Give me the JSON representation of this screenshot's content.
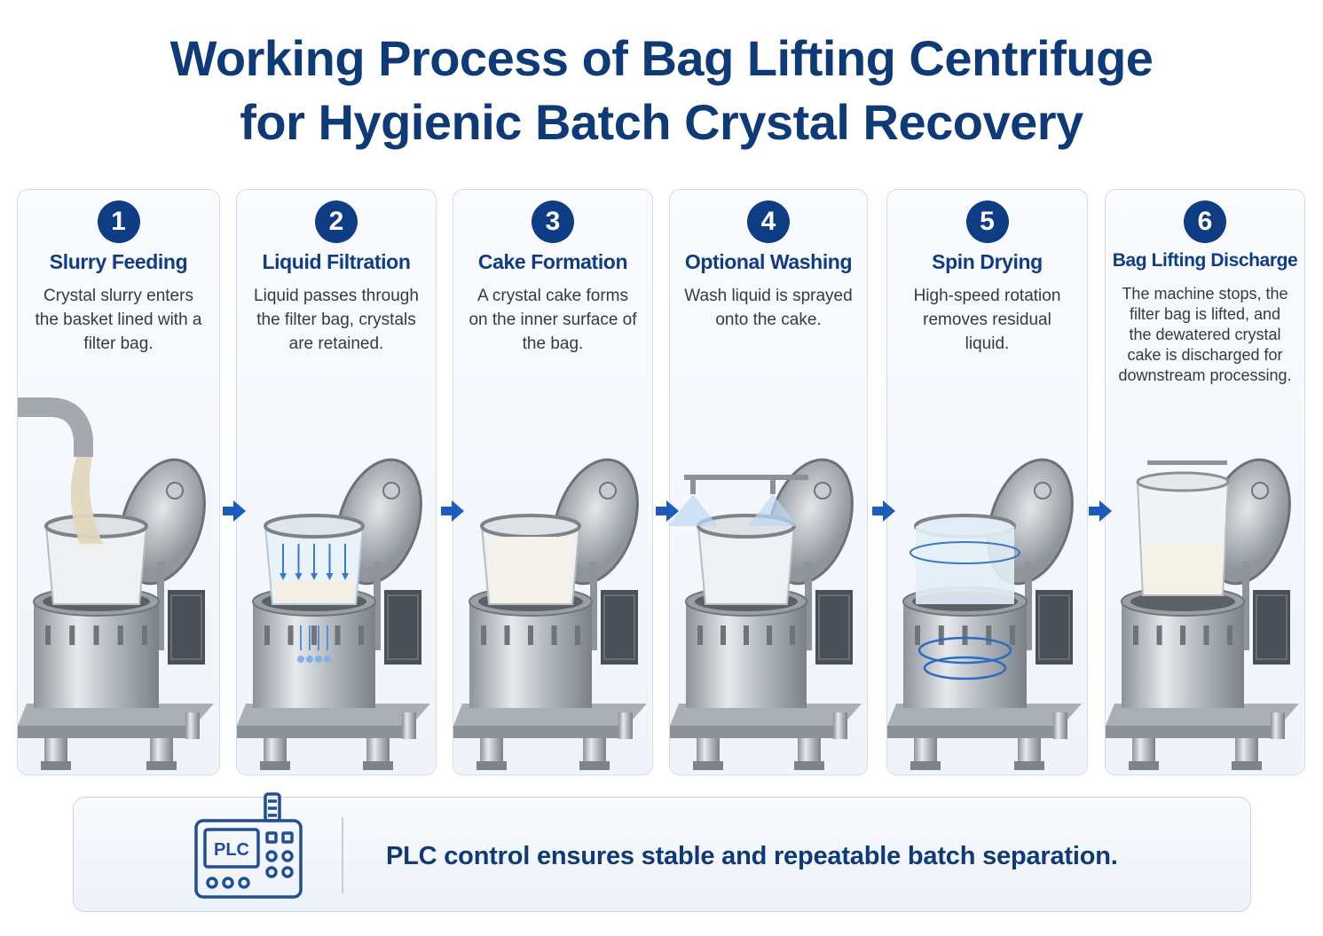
{
  "title": {
    "line1": "Working Process of Bag Lifting Centrifuge",
    "line2": "for Hygienic Batch Crystal Recovery"
  },
  "steps": [
    {
      "number": "1",
      "title": "Slurry Feeding",
      "description": "Crystal slurry enters the basket lined with a filter bag."
    },
    {
      "number": "2",
      "title": "Liquid Filtration",
      "description": "Liquid passes through the filter bag, crystals are retained."
    },
    {
      "number": "3",
      "title": "Cake Formation",
      "description": "A crystal cake forms on the inner surface of the bag."
    },
    {
      "number": "4",
      "title": "Optional Washing",
      "description": "Wash liquid is sprayed onto the cake."
    },
    {
      "number": "5",
      "title": "Spin Drying",
      "description": "High-speed rotation removes residual liquid."
    },
    {
      "number": "6",
      "title": "Bag Lifting Discharge",
      "description": "The machine stops, the filter bag is lifted, and the dewatered crystal cake is discharged for downstream processing."
    }
  ],
  "plc": {
    "icon_label": "PLC",
    "text": "PLC control ensures stable and repeatable batch separation."
  },
  "colors": {
    "primary": "#0f3d85",
    "accent": "#1e5bbf",
    "panel_border": "#d3dde9"
  },
  "icons": [
    "circle-number-badge",
    "right-arrow-icon",
    "plc-controller-icon"
  ]
}
